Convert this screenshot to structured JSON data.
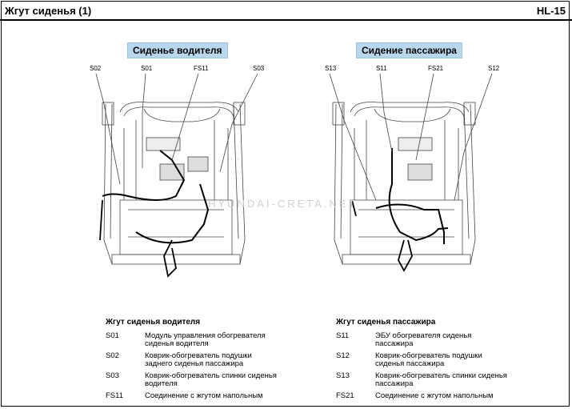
{
  "header": {
    "title": "Жгут сиденья (1)",
    "page": "HL-15"
  },
  "driver": {
    "label": "Сиденье водителя",
    "callouts": [
      "S02",
      "S01",
      "FS11",
      "S03"
    ],
    "legend_title": "Жгут сиденья водителя",
    "legend": [
      {
        "code": "S01",
        "desc": "Модуль управления обогревателя сиденья водителя"
      },
      {
        "code": "S02",
        "desc": "Коврик-обогреватель подушки заднего сиденья пассажира"
      },
      {
        "code": "S03",
        "desc": "Коврик-обогреватель спинки сиденья водителя"
      },
      {
        "code": "FS11",
        "desc": "Соединение с жгутом напольным"
      }
    ]
  },
  "passenger": {
    "label": "Сидение пассажира",
    "callouts": [
      "S13",
      "S11",
      "FS21",
      "S12"
    ],
    "legend_title": "Жгут сиденья пассажира",
    "legend": [
      {
        "code": "S11",
        "desc": "ЭБУ обогревателя сиденья пассажира"
      },
      {
        "code": "S12",
        "desc": "Коврик-обогреватель подушки сиденья пассажира"
      },
      {
        "code": "S13",
        "desc": "Коврик-обогреватель спинки сиденья пассажира"
      },
      {
        "code": "FS21",
        "desc": "Соединение с жгутом напольным"
      }
    ]
  },
  "watermark": "HYUNDAI-CRETA.NET"
}
